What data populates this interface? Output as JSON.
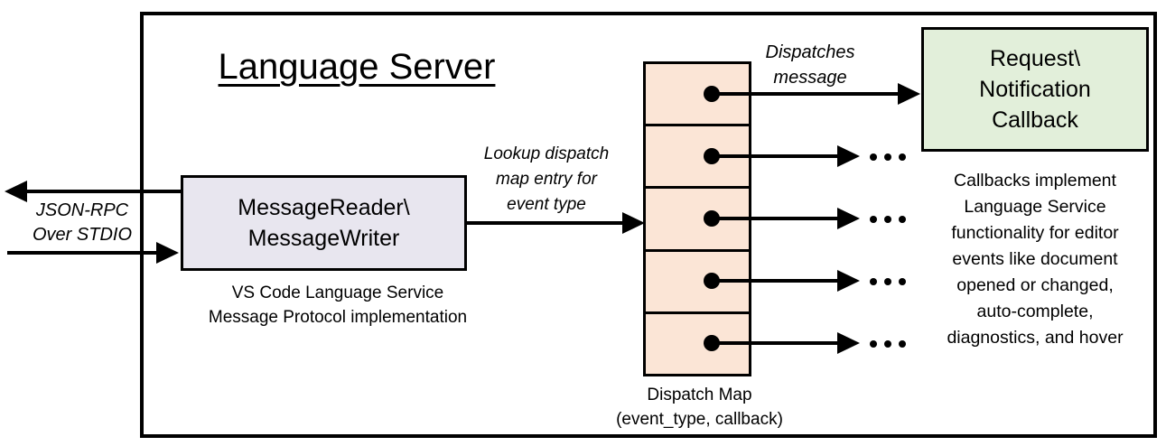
{
  "title": "Language Server",
  "io_label": {
    "lines": [
      "JSON-RPC",
      "Over STDIO"
    ]
  },
  "reader_box": {
    "lines": [
      "MessageReader\\",
      "MessageWriter"
    ],
    "caption": [
      "VS Code Language Service",
      "Message Protocol implementation"
    ]
  },
  "lookup_label": {
    "lines": [
      "Lookup dispatch",
      "map entry for",
      "event type"
    ]
  },
  "dispatches_label": {
    "lines": [
      "Dispatches",
      "message"
    ]
  },
  "dispatch_map": {
    "cell_count": 5,
    "caption": [
      "Dispatch Map",
      "(event_type, callback)"
    ]
  },
  "callback_box": {
    "lines": [
      "Request\\",
      "Notification",
      "Callback"
    ]
  },
  "callback_note": {
    "lines": [
      "Callbacks implement",
      "Language Service",
      "functionality for editor",
      "events like document",
      "opened or changed,",
      "auto-complete,",
      "diagnostics, and hover"
    ]
  },
  "icons": {
    "ellipsis": "•••",
    "dispatch_entry_dot": "●",
    "arrow": "➤"
  },
  "colors": {
    "reader_box_fill": "#E8E6EF",
    "dispatch_cell_fill": "#FBE5D6",
    "callback_box_fill": "#E2EFDA",
    "line_color": "#000000",
    "background": "#FFFFFF"
  }
}
